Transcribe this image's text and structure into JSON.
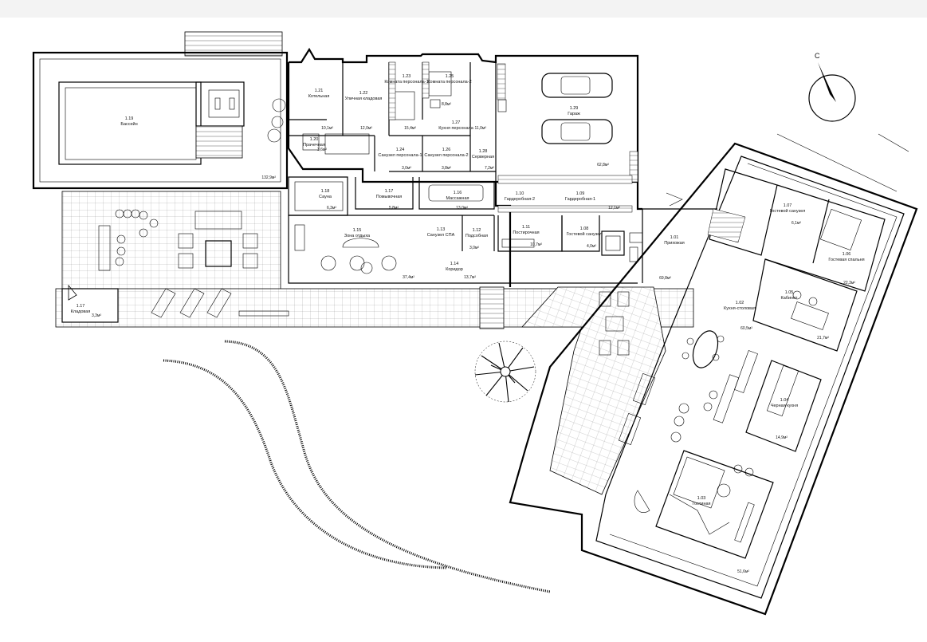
{
  "compass": {
    "north_label": "С"
  },
  "rooms": [
    {
      "id": "pool",
      "number": "1.19",
      "name": "Бассейн",
      "area": "132,9м²"
    },
    {
      "id": "boiler",
      "number": "1.21",
      "name": "Котельная",
      "area": "10,1м²"
    },
    {
      "id": "street-storage",
      "number": "1.22",
      "name": "Уличная кладовая",
      "area": "12,0м²"
    },
    {
      "id": "staff-room-1",
      "number": "1.23",
      "name": "Комната персонала-1",
      "area": "15,4м²"
    },
    {
      "id": "staff-room-2",
      "number": "1.25",
      "name": "Комната персонала-2",
      "area": "8,8м²"
    },
    {
      "id": "staff-kitchen",
      "number": "1.27",
      "name": "Кухня персонала",
      "area": "11,0м²"
    },
    {
      "id": "garage",
      "number": "1.29",
      "name": "Гараж",
      "area": "62,8м²"
    },
    {
      "id": "laundry",
      "number": "1.20",
      "name": "Прачечная",
      "area": "3,6м²"
    },
    {
      "id": "staff-wc-1",
      "number": "1.24",
      "name": "Санузел персонала-1",
      "area": "3,0м²"
    },
    {
      "id": "staff-wc-2",
      "number": "1.26",
      "name": "Санузел персонала-2",
      "area": "3,8м²"
    },
    {
      "id": "server",
      "number": "1.28",
      "name": "Серверная",
      "area": "7,2м²"
    },
    {
      "id": "sauna",
      "number": "1.18",
      "name": "Сауна",
      "area": "6,3м²"
    },
    {
      "id": "shower",
      "number": "1.17",
      "name": "Помывочная",
      "area": "5,8м²"
    },
    {
      "id": "massage",
      "number": "1.16",
      "name": "Массажная",
      "area": "13,0м²"
    },
    {
      "id": "wardrobe-2",
      "number": "1.10",
      "name": "Гардеробная-2",
      "area": ""
    },
    {
      "id": "wardrobe-1",
      "number": "1.09",
      "name": "Гардеробная-1",
      "area": "12,1м²"
    },
    {
      "id": "lounge",
      "number": "1.15",
      "name": "Зона отдыха",
      "area": "37,4м²"
    },
    {
      "id": "spa-wc",
      "number": "1.13",
      "name": "Санузел СПА",
      "area": ""
    },
    {
      "id": "pantry",
      "number": "1.12",
      "name": "Подсобная",
      "area": "3,0м²"
    },
    {
      "id": "laundry-room",
      "number": "1.11",
      "name": "Постирочная",
      "area": "10,7м²"
    },
    {
      "id": "guest-wc",
      "number": "1.08",
      "name": "Гостевой санузел",
      "area": "4,0м²"
    },
    {
      "id": "corridor",
      "number": "1.14",
      "name": "Коридор",
      "area": "13,7м²"
    },
    {
      "id": "hall",
      "number": "1.01",
      "name": "Прихожая",
      "area": "69,8м²"
    },
    {
      "id": "outdoor-storage",
      "number": "1.17",
      "name": "Кладовая",
      "area": "3,3м²"
    },
    {
      "id": "guest-bath",
      "number": "1.07",
      "name": "Гостевой санузел",
      "area": "6,1м²"
    },
    {
      "id": "guest-bedroom",
      "number": "1.06",
      "name": "Гостевая спальня",
      "area": "22,3м²"
    },
    {
      "id": "study",
      "number": "1.05",
      "name": "Кабинет",
      "area": "21,7м²"
    },
    {
      "id": "kitchen-dining",
      "number": "1.02",
      "name": "Кухня-столовая",
      "area": "60,5м²"
    },
    {
      "id": "back-kitchen",
      "number": "1.04",
      "name": "Черная кухня",
      "area": "14,9м²"
    },
    {
      "id": "living",
      "number": "1.03",
      "name": "Гостиная",
      "area": "51,6м²"
    }
  ]
}
